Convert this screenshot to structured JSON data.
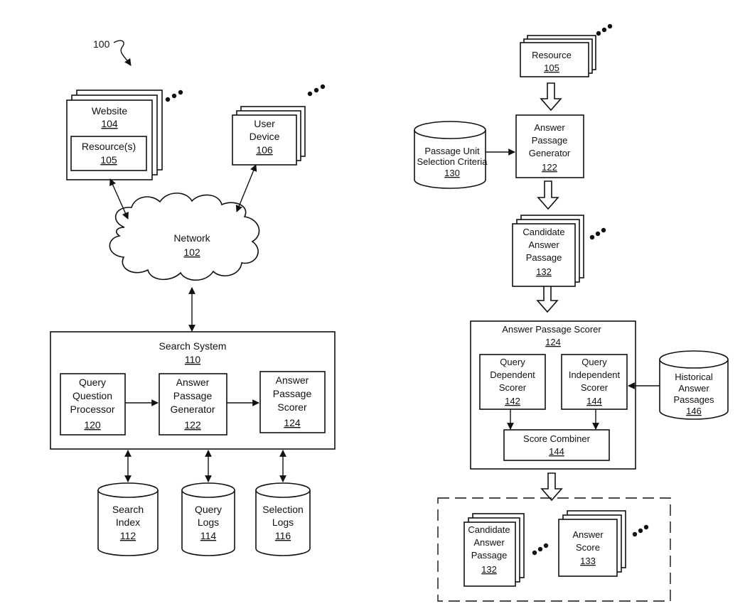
{
  "figure_ref": "100",
  "left": {
    "website": {
      "title": "Website",
      "ref": "104",
      "inner_title": "Resource(s)",
      "inner_ref": "105"
    },
    "user_device": {
      "line1": "User",
      "line2": "Device",
      "ref": "106"
    },
    "network": {
      "title": "Network",
      "ref": "102"
    },
    "search_system": {
      "title": "Search System",
      "ref": "110"
    },
    "query_processor": {
      "line1": "Query",
      "line2": "Question",
      "line3": "Processor",
      "ref": "120"
    },
    "answer_generator": {
      "line1": "Answer",
      "line2": "Passage",
      "line3": "Generator",
      "ref": "122"
    },
    "answer_scorer": {
      "line1": "Answer",
      "line2": "Passage",
      "line3": "Scorer",
      "ref": "124"
    },
    "search_index": {
      "line1": "Search",
      "line2": "Index",
      "ref": "112"
    },
    "query_logs": {
      "line1": "Query",
      "line2": "Logs",
      "ref": "114"
    },
    "selection_logs": {
      "line1": "Selection",
      "line2": "Logs",
      "ref": "116"
    }
  },
  "right": {
    "resource": {
      "title": "Resource",
      "ref": "105"
    },
    "criteria": {
      "line1": "Passage Unit",
      "line2": "Selection Criteria",
      "ref": "130"
    },
    "generator": {
      "line1": "Answer",
      "line2": "Passage",
      "line3": "Generator",
      "ref": "122"
    },
    "candidate": {
      "line1": "Candidate",
      "line2": "Answer",
      "line3": "Passage",
      "ref": "132"
    },
    "scorer": {
      "title": "Answer Passage Scorer",
      "ref": "124"
    },
    "qdep": {
      "line1": "Query",
      "line2": "Dependent",
      "line3": "Scorer",
      "ref": "142"
    },
    "qind": {
      "line1": "Query",
      "line2": "Independent",
      "line3": "Scorer",
      "ref": "144"
    },
    "combiner": {
      "title": "Score Combiner",
      "ref": "144"
    },
    "historical": {
      "line1": "Historical",
      "line2": "Answer",
      "line3": "Passages",
      "ref": "146"
    },
    "out_candidate": {
      "line1": "Candidate",
      "line2": "Answer",
      "line3": "Passage",
      "ref": "132"
    },
    "out_score": {
      "line1": "Answer",
      "line2": "Score",
      "ref": "133"
    }
  }
}
